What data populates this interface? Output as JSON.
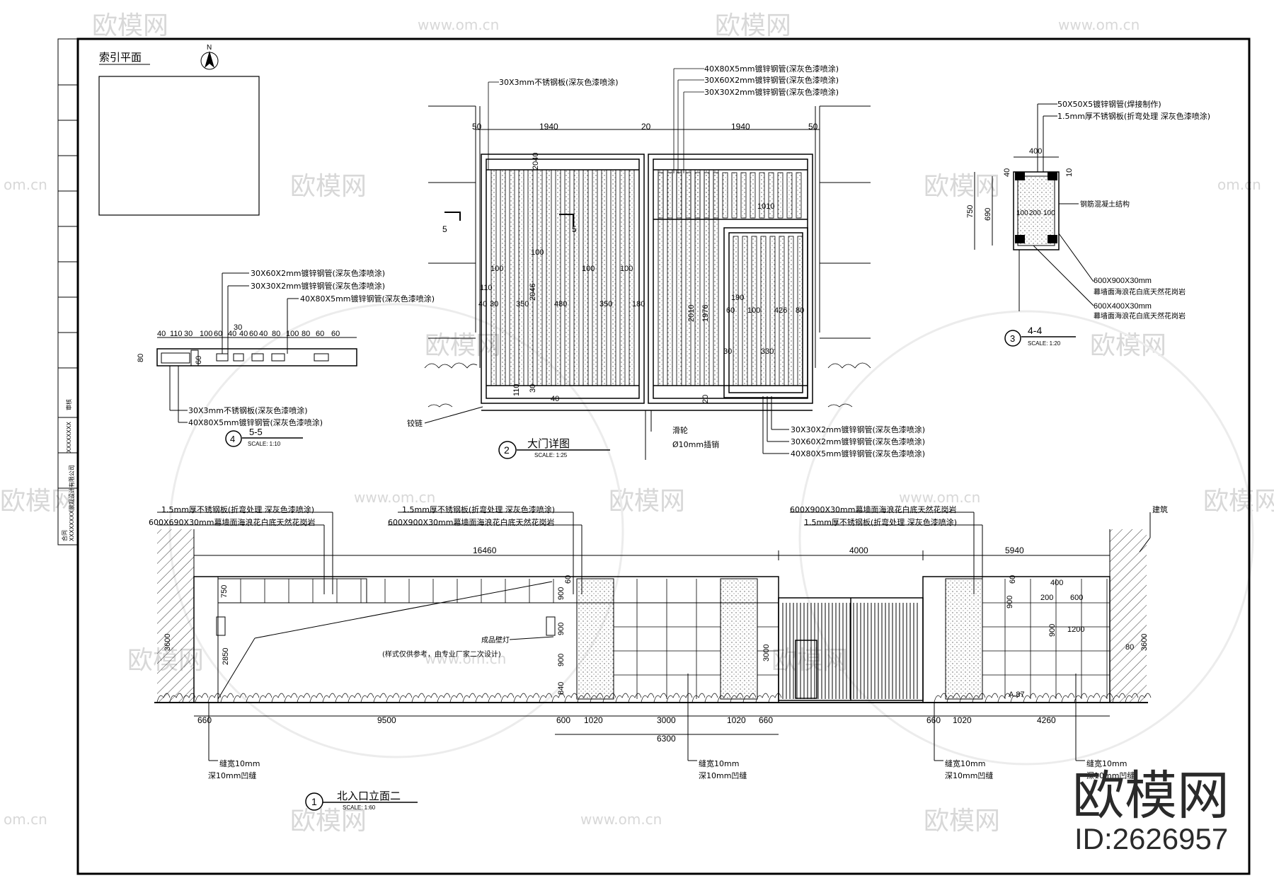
{
  "watermark": {
    "brand": "欧模网",
    "site": "www.om.cn",
    "site_short": "om.cn",
    "id": "ID:2626957"
  },
  "titles": {
    "index_plan": "索引平面",
    "north": "N",
    "v1": {
      "num": "1",
      "title": "北入口立面二",
      "scale": "SCALE:  1:60"
    },
    "v2": {
      "num": "2",
      "title": "大门详图",
      "scale": "SCALE:  1:25"
    },
    "v3": {
      "num": "3",
      "title": "4-4",
      "scale": "SCALE:  1:20"
    },
    "v4": {
      "num": "4",
      "title": "5-5",
      "scale": "SCALE:  1:10"
    }
  },
  "gate": {
    "labels_top": [
      "40X80X5mm镀锌钢管(深灰色漆喷涂)",
      "30X60X2mm镀锌钢管(深灰色漆喷涂)",
      "30X30X2mm镀锌钢管(深灰色漆喷涂)"
    ],
    "label_plate": "30X3mm不锈钢板(深灰色漆喷涂)",
    "dims_top": [
      "50",
      "1940",
      "20",
      "1940",
      "50"
    ],
    "dims_inner": [
      "100",
      "100",
      "100",
      "100",
      "1010",
      "110",
      "40",
      "30",
      "350",
      "480",
      "350",
      "180",
      "190",
      "60",
      "100",
      "426",
      "80",
      "2040",
      "2046",
      "2010",
      "1976",
      "30",
      "330",
      "110",
      "30",
      "40",
      "20",
      "5"
    ],
    "labels_bottom": [
      "30X30X2mm镀锌钢管(深灰色漆喷涂)",
      "30X60X2mm镀锌钢管(深灰色漆喷涂)",
      "40X80X5mm镀锌钢管(深灰色漆喷涂)"
    ],
    "hinge": "铰链",
    "slide": "滑轮",
    "bolt": "Ø10mm插销"
  },
  "section44": {
    "labels": [
      "50X50X5镀锌钢管(焊接制作)",
      "1.5mm厚不锈钢板(折弯处理 深灰色漆喷涂)",
      "钢筋混凝土结构",
      "600X900X30mm",
      "幕墙面海浪花白底天然花岗岩",
      "600X400X30mm",
      "幕墙面海浪花白底天然花岗岩"
    ],
    "dims": [
      "400",
      "40",
      "10",
      "750",
      "690",
      "100",
      "200",
      "100"
    ]
  },
  "section55": {
    "labels_top": [
      "30X60X2mm镀锌钢管(深灰色漆喷涂)",
      "30X30X2mm镀锌钢管(深灰色漆喷涂)",
      "40X80X5mm镀锌钢管(深灰色漆喷涂)"
    ],
    "labels_bottom": [
      "30X3mm不锈钢板(深灰色漆喷涂)",
      "40X80X5mm镀锌钢管(深灰色漆喷涂)"
    ],
    "dims": [
      "40",
      "110",
      "30",
      "100",
      "60",
      "40",
      "40",
      "60",
      "40",
      "80",
      "100",
      "80",
      "60",
      "60",
      "30",
      "80",
      "60"
    ]
  },
  "elevation": {
    "labels_top": [
      "1.5mm厚不锈钢板(折弯处理 深灰色漆喷涂)",
      "600X690X30mm幕墙面海浪花白底天然花岗岩",
      "1.5mm厚不锈钢板(折弯处理 深灰色漆喷涂)",
      "600X900X30mm幕墙面海浪花白底天然花岗岩",
      "600X900X30mm幕墙面海浪花白底天然花岗岩",
      "1.5mm厚不锈钢板(折弯处理 深灰色漆喷涂)",
      "建筑"
    ],
    "dims_top": [
      "16460",
      "4000",
      "5940"
    ],
    "dims_bottom": [
      "660",
      "9500",
      "600",
      "1020",
      "3000",
      "1020",
      "660",
      "6300",
      "660",
      "1020",
      "4260"
    ],
    "dims_v": [
      "3600",
      "750",
      "2850",
      "900",
      "900",
      "900",
      "840",
      "60",
      "3000",
      "900",
      "900",
      "3600",
      "60",
      "80"
    ],
    "dims_right": [
      "400",
      "200",
      "600",
      "1200",
      "A.87"
    ],
    "lamp": "成品壁灯",
    "lamp_note": "(样式仅供参考，由专业厂家二次设计)",
    "joint1": "缝宽10mm",
    "joint2": "深10mm凹缝"
  },
  "left_strip": {
    "items": [
      "合同",
      "XXXXXXXX景观设计有限公司",
      "XXXXXXXX",
      "审核"
    ]
  }
}
